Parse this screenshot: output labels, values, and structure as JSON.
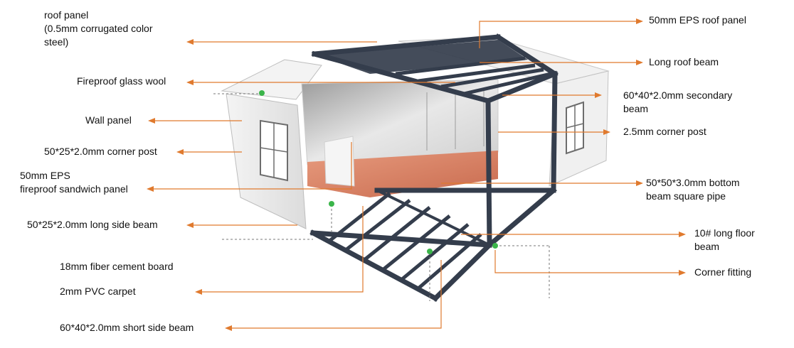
{
  "diagram": {
    "leader_color": "#e07a2e",
    "frame_color": "#343d4c",
    "marker_color": "#3bb54a",
    "labels_left": [
      {
        "id": "roof-panel",
        "lines": [
          "roof panel",
          "(0.5mm corrugated color",
          "steel)"
        ]
      },
      {
        "id": "fireproof-glass-wool",
        "lines": [
          "Fireproof glass wool"
        ]
      },
      {
        "id": "wall-panel",
        "lines": [
          "Wall panel"
        ]
      },
      {
        "id": "corner-post-small",
        "lines": [
          "50*25*2.0mm corner post"
        ]
      },
      {
        "id": "eps-sandwich-panel",
        "lines": [
          "50mm EPS",
          "fireproof sandwich panel"
        ]
      },
      {
        "id": "long-side-beam",
        "lines": [
          "50*25*2.0mm long side beam"
        ]
      },
      {
        "id": "fiber-cement-board",
        "lines": [
          "18mm fiber cement board"
        ]
      },
      {
        "id": "pvc-carpet",
        "lines": [
          "2mm PVC carpet"
        ]
      },
      {
        "id": "short-side-beam",
        "lines": [
          "60*40*2.0mm short side beam"
        ]
      }
    ],
    "labels_right": [
      {
        "id": "eps-roof-panel",
        "lines": [
          "50mm EPS roof panel"
        ]
      },
      {
        "id": "long-roof-beam",
        "lines": [
          "Long roof beam"
        ]
      },
      {
        "id": "secondary-beam",
        "lines": [
          "60*40*2.0mm secondary",
          "beam"
        ]
      },
      {
        "id": "corner-post-large",
        "lines": [
          "2.5mm corner post"
        ]
      },
      {
        "id": "bottom-beam",
        "lines": [
          "50*50*3.0mm bottom",
          "beam square pipe"
        ]
      },
      {
        "id": "long-floor-beam",
        "lines": [
          "10# long floor",
          "beam"
        ]
      },
      {
        "id": "corner-fitting",
        "lines": [
          "Corner fitting"
        ]
      }
    ]
  }
}
